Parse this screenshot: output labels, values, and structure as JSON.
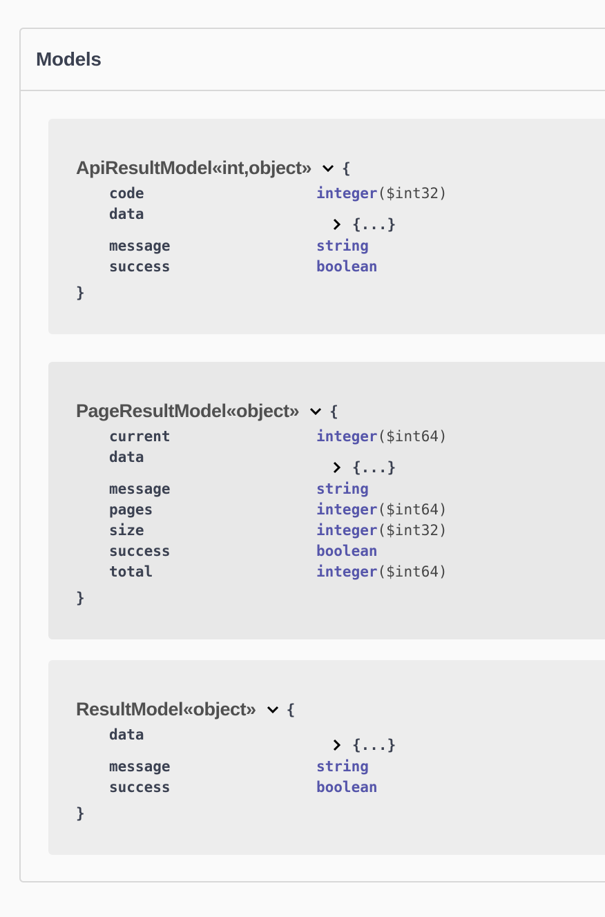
{
  "section": {
    "title": "Models"
  },
  "models": [
    {
      "name": "ApiResultModel«int,object»",
      "open_brace": "{",
      "close_brace": "}",
      "properties": [
        {
          "name": "code",
          "type": "integer",
          "format": "($int32)"
        },
        {
          "name": "data",
          "collapsed": "{...}"
        },
        {
          "name": "message",
          "type": "string"
        },
        {
          "name": "success",
          "type": "boolean"
        }
      ]
    },
    {
      "name": "PageResultModel«object»",
      "open_brace": "{",
      "close_brace": "}",
      "properties": [
        {
          "name": "current",
          "type": "integer",
          "format": "($int64)"
        },
        {
          "name": "data",
          "collapsed": "{...}"
        },
        {
          "name": "message",
          "type": "string"
        },
        {
          "name": "pages",
          "type": "integer",
          "format": "($int64)"
        },
        {
          "name": "size",
          "type": "integer",
          "format": "($int32)"
        },
        {
          "name": "success",
          "type": "boolean"
        },
        {
          "name": "total",
          "type": "integer",
          "format": "($int64)"
        }
      ]
    },
    {
      "name": "ResultModel«object»",
      "open_brace": "{",
      "close_brace": "}",
      "properties": [
        {
          "name": "data",
          "collapsed": "{...}"
        },
        {
          "name": "message",
          "type": "string"
        },
        {
          "name": "success",
          "type": "boolean"
        }
      ]
    }
  ],
  "colors": {
    "type_color": "#5555aa",
    "text_color": "#3b4151",
    "model_bg": "#ededed"
  },
  "icons": {
    "expand_toggle": "chevron-down-icon",
    "object_toggle": "chevron-right-icon"
  }
}
